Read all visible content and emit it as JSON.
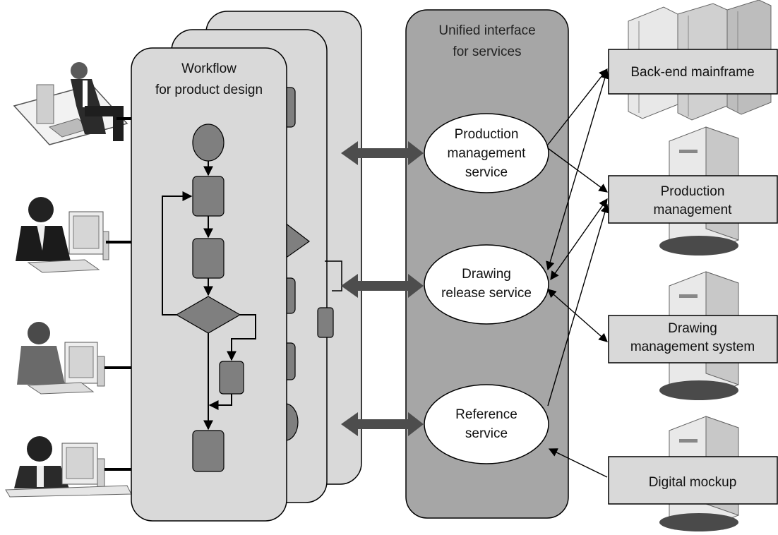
{
  "workflow": {
    "title_line1": "Workflow",
    "title_line2": "for product design"
  },
  "interface": {
    "title_line1": "Unified interface",
    "title_line2": "for services"
  },
  "services": [
    {
      "line1": "Production",
      "line2": "management",
      "line3": "service"
    },
    {
      "line1": "Drawing",
      "line2": "release service"
    },
    {
      "line1": "Reference",
      "line2": "service"
    }
  ],
  "systems": [
    {
      "line1": "Back-end mainframe",
      "line2": ""
    },
    {
      "line1": "Production",
      "line2": "management"
    },
    {
      "line1": "Drawing",
      "line2": "management system"
    },
    {
      "line1": "Digital mockup",
      "line2": ""
    }
  ],
  "users": [
    "user-1",
    "user-2",
    "user-3",
    "user-4"
  ],
  "colors": {
    "panel_light": "#d9d9d9",
    "panel_dark": "#a6a6a6",
    "shape_fill": "#7f7f7f",
    "arrow": "#4d4d4d",
    "box": "#d9d9d9"
  }
}
